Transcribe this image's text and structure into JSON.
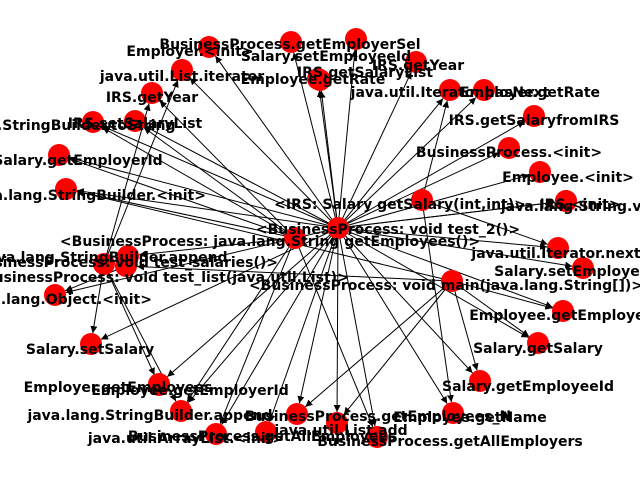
{
  "colors": {
    "node": "#ff0000",
    "edge": "#000000",
    "label": "#000000",
    "background": "#ffffff"
  },
  "graph": {
    "nodes": [
      {
        "id": "bp_getemp_sel",
        "label": "BusinessProcess.getEmployerSel"
      },
      {
        "id": "emp_init_list",
        "label": "Employer.<init>"
      },
      {
        "id": "salary_set_empid",
        "label": "Salary.setEmployeeId"
      },
      {
        "id": "irs_get_year_a",
        "label": "IRS.getYear"
      },
      {
        "id": "irs_get_salary_list",
        "label": "IRS.getSalaryList"
      },
      {
        "id": "java_list_iterator",
        "label": "java.util.List.iterator"
      },
      {
        "id": "employee_get_rate",
        "label": "Employee.getRate"
      },
      {
        "id": "java_iter_hasnext",
        "label": "java.util.Iterator.hasNext"
      },
      {
        "id": "employer_get_rate",
        "label": "Employer.getRate"
      },
      {
        "id": "irs_get_year",
        "label": "IRS.getYear"
      },
      {
        "id": "java_sb_tostring",
        "label": "java.lang.StringBuilder.toString"
      },
      {
        "id": "irs_set_salary_list",
        "label": "IRS.setSalaryList"
      },
      {
        "id": "irs_get_salary_from_irs",
        "label": "IRS.getSalaryfromIRS"
      },
      {
        "id": "salary_get_employer_id",
        "label": "Salary.getEmployerId"
      },
      {
        "id": "bp_init",
        "label": "BusinessProcess.<init>"
      },
      {
        "id": "java_sb_init",
        "label": "java.lang.StringBuilder.<init>"
      },
      {
        "id": "employee_init",
        "label": "Employee.<init>"
      },
      {
        "id": "irs_salary_get_salary",
        "label": "<IRS: Salary getSalary(int,int)>"
      },
      {
        "id": "java_string_valueof",
        "label": "java.lang.String.valueOf"
      },
      {
        "id": "irs_init",
        "label": "IRS.<init>"
      },
      {
        "id": "bp_void_test2",
        "label": "<BusinessProcess: void test_2()>"
      },
      {
        "id": "java_sb_append",
        "label": "java.lang.StringBuilder.append"
      },
      {
        "id": "java_iter_next",
        "label": "java.util.Iterator.next"
      },
      {
        "id": "salary_set_employer",
        "label": "Salary.setEmployerId"
      },
      {
        "id": "bp_java_lang_string",
        "label": "<BusinessProcess: java.lang.String getEmployees()>"
      },
      {
        "id": "bp_void_test_salaries",
        "label": "<BusinessProcess: void test_salaries()>"
      },
      {
        "id": "bp_void_test_list",
        "label": "<BusinessProcess: void test_list(java.util.List)>"
      },
      {
        "id": "java_lang_object_init",
        "label": "java.lang.Object.<init>"
      },
      {
        "id": "bp_void_main",
        "label": "<BusinessProcess: void main(java.lang.String[])>"
      },
      {
        "id": "employee_get_employer",
        "label": "Employee.getEmployerId"
      },
      {
        "id": "salary_set_salary",
        "label": "Salary.setSalary"
      },
      {
        "id": "salary_get_salary",
        "label": "Salary.getSalary"
      },
      {
        "id": "employer_get_employees",
        "label": "Employer.getEmployees"
      },
      {
        "id": "employee_get_employer_id",
        "label": "Employee.getEmployerId"
      },
      {
        "id": "salary_get_employee_id",
        "label": "Salary.getEmployeeId"
      },
      {
        "id": "java_sb_append_2",
        "label": "java.lang.StringBuilder.append"
      },
      {
        "id": "bp_get_employees_n",
        "label": "BusinessProcess.getEmployees_N"
      },
      {
        "id": "java_list_add",
        "label": "java.util.List.add"
      },
      {
        "id": "employee_get_name",
        "label": "Employee.getName"
      },
      {
        "id": "java_arraylist_init",
        "label": "java.util.ArrayList.<init>"
      },
      {
        "id": "bp_get_all_employers",
        "label": "BusinessProcess.getAllEmployers"
      },
      {
        "id": "bp_get_all_employees",
        "label": "BusinessProcess.getAllEmployees"
      }
    ],
    "edges": [
      {
        "from": "bp_void_test2",
        "to": "bp_getemp_sel"
      },
      {
        "from": "bp_void_test2",
        "to": "emp_init_list"
      },
      {
        "from": "bp_void_test2",
        "to": "salary_set_empid"
      },
      {
        "from": "bp_void_test2",
        "to": "irs_get_salary_list"
      },
      {
        "from": "bp_void_test2",
        "to": "java_list_iterator"
      },
      {
        "from": "bp_void_test2",
        "to": "employee_get_rate"
      },
      {
        "from": "bp_void_test2",
        "to": "java_iter_hasnext"
      },
      {
        "from": "bp_void_test2",
        "to": "employer_get_rate"
      },
      {
        "from": "bp_void_test2",
        "to": "irs_get_year"
      },
      {
        "from": "bp_void_test2",
        "to": "java_sb_tostring"
      },
      {
        "from": "bp_void_test2",
        "to": "irs_set_salary_list"
      },
      {
        "from": "bp_void_test2",
        "to": "irs_get_salary_from_irs"
      },
      {
        "from": "bp_void_test2",
        "to": "salary_get_employer_id"
      },
      {
        "from": "bp_void_test2",
        "to": "bp_init"
      },
      {
        "from": "bp_void_test2",
        "to": "java_sb_init"
      },
      {
        "from": "bp_void_test2",
        "to": "employee_init"
      },
      {
        "from": "bp_void_test2",
        "to": "irs_init"
      },
      {
        "from": "bp_void_test2",
        "to": "java_string_valueof"
      },
      {
        "from": "bp_void_test2",
        "to": "java_iter_next"
      },
      {
        "from": "bp_void_test2",
        "to": "salary_set_employer"
      },
      {
        "from": "bp_void_test2",
        "to": "employee_get_employer"
      },
      {
        "from": "bp_void_test2",
        "to": "salary_set_salary"
      },
      {
        "from": "bp_void_test2",
        "to": "salary_get_salary"
      },
      {
        "from": "bp_void_test2",
        "to": "employer_get_employees"
      },
      {
        "from": "bp_void_test2",
        "to": "salary_get_employee_id"
      },
      {
        "from": "bp_void_test2",
        "to": "java_sb_append_2"
      },
      {
        "from": "bp_void_test2",
        "to": "bp_get_employees_n"
      },
      {
        "from": "bp_void_test2",
        "to": "java_list_add"
      },
      {
        "from": "bp_void_test2",
        "to": "employee_get_name"
      },
      {
        "from": "bp_void_test2",
        "to": "java_arraylist_init"
      },
      {
        "from": "bp_void_test2",
        "to": "bp_get_all_employers"
      },
      {
        "from": "bp_void_test2",
        "to": "bp_get_all_employees"
      },
      {
        "from": "bp_void_test2",
        "to": "java_lang_object_init"
      },
      {
        "from": "bp_java_lang_string",
        "to": "java_sb_append"
      },
      {
        "from": "bp_java_lang_string",
        "to": "irs_get_year_a"
      },
      {
        "from": "bp_java_lang_string",
        "to": "java_sb_tostring"
      },
      {
        "from": "bp_java_lang_string",
        "to": "irs_set_salary_list"
      },
      {
        "from": "bp_java_lang_string",
        "to": "salary_get_employer_id"
      },
      {
        "from": "bp_java_lang_string",
        "to": "java_sb_init"
      },
      {
        "from": "bp_java_lang_string",
        "to": "java_sb_append_2"
      },
      {
        "from": "bp_java_lang_string",
        "to": "java_arraylist_init"
      },
      {
        "from": "bp_java_lang_string",
        "to": "bp_get_all_employers"
      },
      {
        "from": "bp_void_test_salaries",
        "to": "java_list_iterator"
      },
      {
        "from": "bp_void_test_salaries",
        "to": "irs_get_year_a"
      },
      {
        "from": "bp_void_test_salaries",
        "to": "salary_set_salary"
      },
      {
        "from": "bp_void_test_salaries",
        "to": "employee_get_employer_id"
      },
      {
        "from": "bp_void_test_salaries",
        "to": "java_sb_append_2"
      },
      {
        "from": "bp_void_test_list",
        "to": "java_lang_object_init"
      },
      {
        "from": "bp_void_test_list",
        "to": "java_sb_append"
      },
      {
        "from": "bp_void_main",
        "to": "java_sb_init"
      },
      {
        "from": "bp_void_main",
        "to": "bp_void_test_list"
      },
      {
        "from": "bp_void_main",
        "to": "employee_get_employer"
      },
      {
        "from": "bp_void_main",
        "to": "salary_get_salary"
      },
      {
        "from": "bp_void_main",
        "to": "salary_get_employee_id"
      },
      {
        "from": "bp_void_main",
        "to": "java_list_add"
      },
      {
        "from": "bp_void_main",
        "to": "bp_get_employees_n"
      },
      {
        "from": "irs_salary_get_salary",
        "to": "java_iter_hasnext"
      },
      {
        "from": "irs_salary_get_salary",
        "to": "java_iter_next"
      },
      {
        "from": "irs_salary_get_salary",
        "to": "salary_get_employer"
      },
      {
        "from": "irs_salary_get_salary",
        "to": "employee_get_name"
      }
    ]
  }
}
